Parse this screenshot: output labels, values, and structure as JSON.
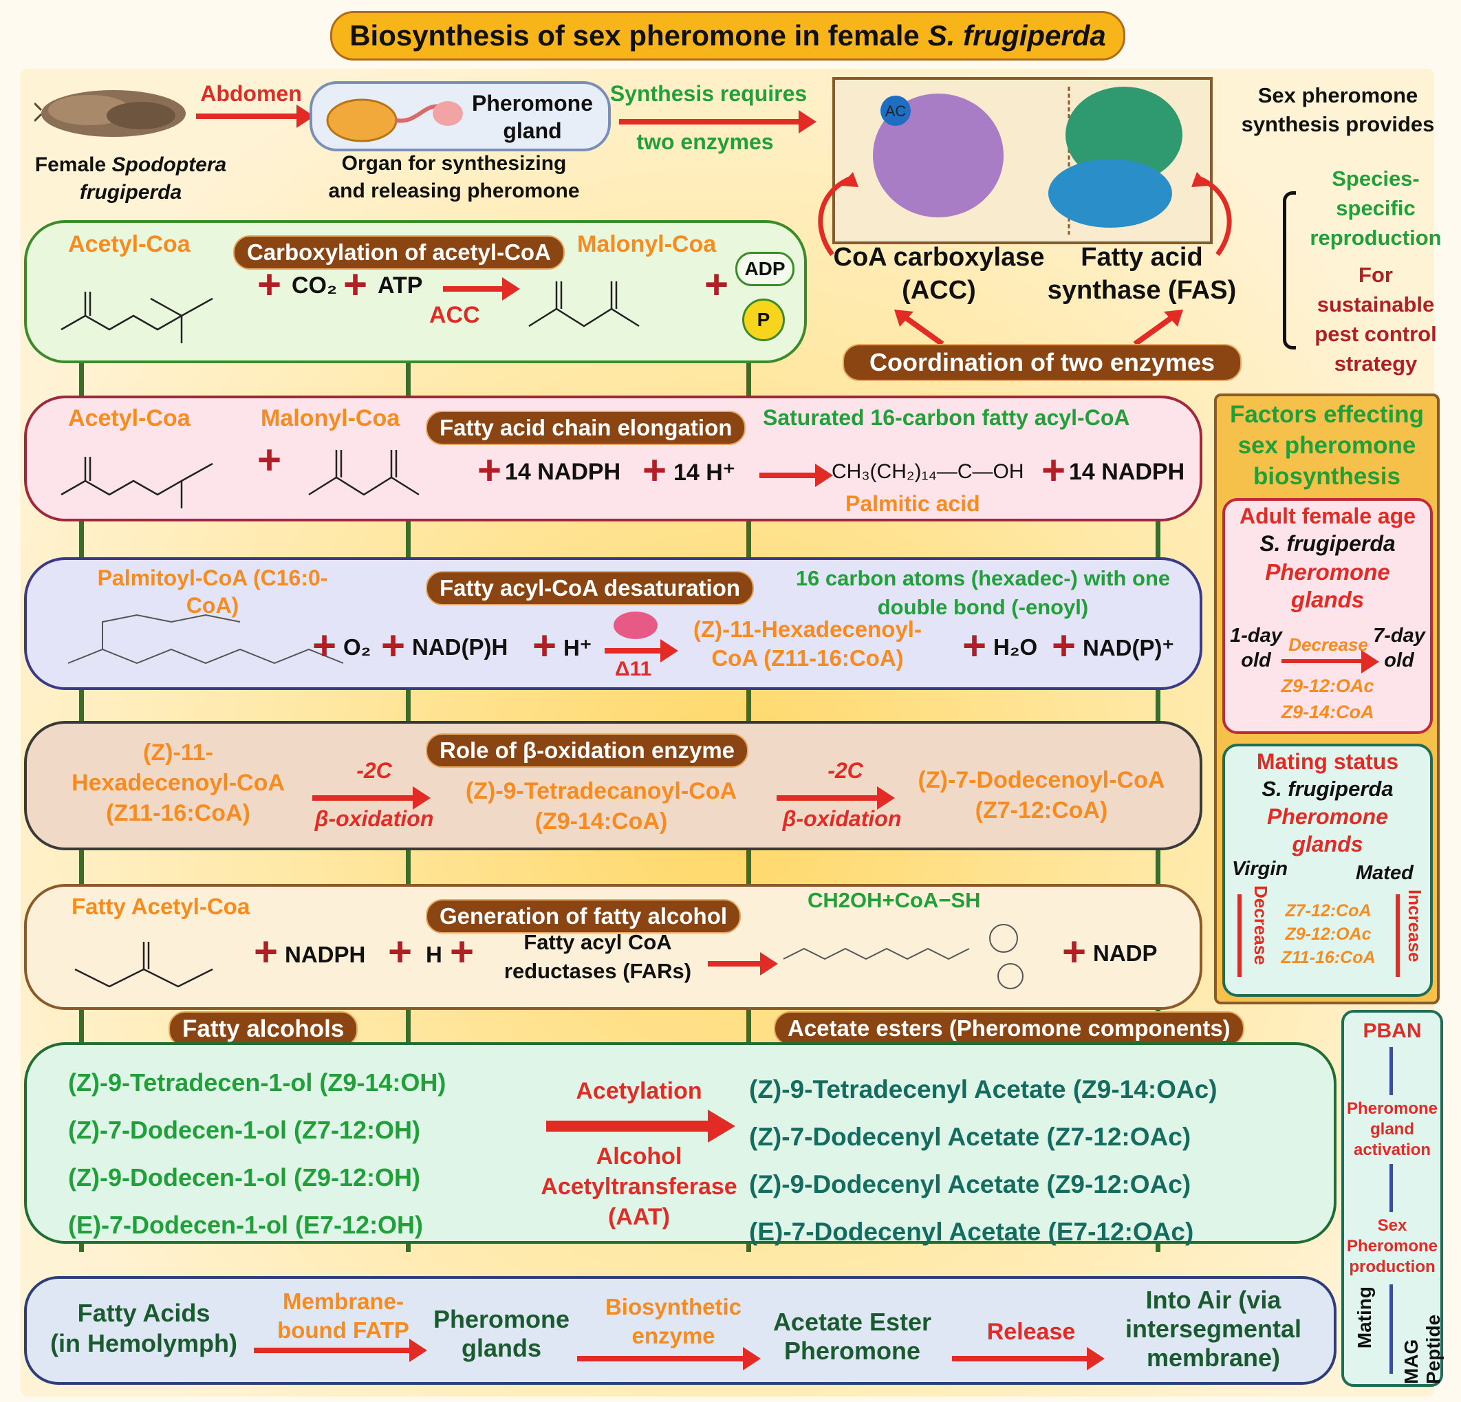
{
  "title": {
    "main": "Biosynthesis of sex pheromone in female",
    "species": "S. frugiperda"
  },
  "top": {
    "moth_label_1": "Female",
    "moth_label_2": "Spodoptera",
    "moth_label_3": "frugiperda",
    "abdomen": "Abdomen",
    "gland_label_1": "Pheromone",
    "gland_label_2": "gland",
    "organ_1": "Organ for synthesizing",
    "organ_2": "and releasing pheromone",
    "requires_1": "Synthesis requires",
    "requires_2": "two enzymes",
    "ac_badge": "AC",
    "acc_1": "CoA carboxylase",
    "acc_2": "(ACC)",
    "fas_1": "Fatty acid",
    "fas_2": "synthase (FAS)",
    "coordination": "Coordination of two enzymes",
    "provides_1": "Sex pheromone",
    "provides_2": "synthesis provides",
    "species_1": "Species-",
    "species_2": "specific",
    "species_3": "reproduction",
    "pest_1": "For",
    "pest_2": "sustainable",
    "pest_3": "pest control",
    "pest_4": "strategy"
  },
  "step1": {
    "acetyl": "Acetyl-Coa",
    "pill": "Carboxylation of acetyl-CoA",
    "malonyl": "Malonyl-Coa",
    "co2": "CO₂",
    "atp": "ATP",
    "acc": "ACC",
    "adp": "ADP",
    "p": "P"
  },
  "step2": {
    "acetyl": "Acetyl-Coa",
    "malonyl": "Malonyl-Coa",
    "pill": "Fatty acid chain elongation",
    "product": "Saturated 16-carbon fatty acyl-CoA",
    "nadph_in": "14 NADPH",
    "h": "14 H⁺",
    "formula": "CH₃(CH₂)₁₄—C—OH",
    "palmitic": "Palmitic acid",
    "nadph_out": "14 NADPH"
  },
  "step3": {
    "palmitoyl_1": "Palmitoyl-CoA (C16:0-",
    "palmitoyl_2": "CoA)",
    "pill": "Fatty acyl-CoA desaturation",
    "desc_1": "16 carbon atoms (hexadec-) with one",
    "desc_2": "double bond (-enoyl)",
    "o2": "O₂",
    "nadph": "NAD(P)H",
    "h": "H⁺",
    "enzyme": "Δ11",
    "product_1": "(Z)-11-Hexadecenoyl-",
    "product_2": "CoA (Z11-16:CoA)",
    "h2o": "H₂O",
    "nadp": "NAD(P)⁺"
  },
  "step4": {
    "pill": "Role of β-oxidation enzyme",
    "sub_1": "(Z)-11-",
    "sub_2": "Hexadecenoyl-CoA",
    "sub_3": "(Z11-16:CoA)",
    "minus2c_a": "-2C",
    "betaox_a": "β-oxidation",
    "mid_1": "(Z)-9-Tetradecanoyl-CoA",
    "mid_2": "(Z9-14:CoA)",
    "minus2c_b": "-2C",
    "betaox_b": "β-oxidation",
    "end_1": "(Z)-7-Dodecenoyl-CoA",
    "end_2": "(Z7-12:CoA)"
  },
  "step5": {
    "fatty": "Fatty Acetyl-Coa",
    "pill": "Generation of fatty alcohol",
    "product": "CH2OH+CoA−SH",
    "nadph": "NADPH",
    "h": "H",
    "far_1": "Fatty acyl CoA",
    "far_2": "reductases (FARs)",
    "nadp": "NADP"
  },
  "step6": {
    "alcohols_pill": "Fatty alcohols",
    "esters_pill": "Acetate esters (Pheromone components)",
    "alcohols": [
      "(Z)-9-Tetradecen-1-ol (Z9-14:OH)",
      "(Z)-7-Dodecen-1-ol (Z7-12:OH)",
      "(Z)-9-Dodecen-1-ol (Z9-12:OH)",
      "(E)-7-Dodecen-1-ol (E7-12:OH)"
    ],
    "acetylation": "Acetylation",
    "aat_1": "Alcohol",
    "aat_2": "Acetyltransferase",
    "aat_3": "(AAT)",
    "esters": [
      "(Z)-9-Tetradecenyl Acetate (Z9-14:OAc)",
      "(Z)-7-Dodecenyl Acetate (Z7-12:OAc)",
      "(Z)-9-Dodecenyl Acetate (Z9-12:OAc)",
      "(E)-7-Dodecenyl Acetate (E7-12:OAc)"
    ]
  },
  "step7": {
    "fa_1": "Fatty Acids",
    "fa_2": "(in Hemolymph)",
    "fatp_1": "Membrane-",
    "fatp_2": "bound FATP",
    "glands_1": "Pheromone",
    "glands_2": "glands",
    "bio_1": "Biosynthetic",
    "bio_2": "enzyme",
    "ester_1": "Acetate Ester",
    "ester_2": "Pheromone",
    "release": "Release",
    "air_1": "Into Air (via",
    "air_2": "intersegmental",
    "air_3": "membrane)"
  },
  "factors": {
    "title_1": "Factors effecting",
    "title_2": "sex pheromone",
    "title_3": "biosynthesis",
    "age_title": "Adult female age",
    "age_species": "S. frugiperda",
    "age_glands_1": "Pheromone",
    "age_glands_2": "glands",
    "day1_1": "1-day",
    "day1_2": "old",
    "day7_1": "7-day",
    "day7_2": "old",
    "decrease": "Decrease",
    "age_c1": "Z9-12:OAc",
    "age_c2": "Z9-14:CoA",
    "mating_title": "Mating status",
    "mating_species": "S. frugiperda",
    "mating_glands_1": "Pheromone",
    "mating_glands_2": "glands",
    "virgin": "Virgin",
    "mated": "Mated",
    "m_decrease": "Decrease",
    "m_increase": "Increase",
    "m_c1": "Z7-12:CoA",
    "m_c2": "Z9-12:OAc",
    "m_c3": "Z11-16:CoA"
  },
  "pban": {
    "pban": "PBAN",
    "act_1": "Pheromone",
    "act_2": "gland",
    "act_3": "activation",
    "sex_1": "Sex",
    "sex_2": "Pheromone",
    "sex_3": "production",
    "mating": "Mating",
    "mag_1": "MAG",
    "mag_2": "Peptide"
  },
  "colors": {
    "orange": "#f78b1f",
    "red": "#e32b26",
    "green": "#21a03a",
    "brown": "#8b4513",
    "box1": "#e9f7dc",
    "box2": "#fde3ea",
    "box3": "#e4e4f8",
    "box4": "#f1d9c8",
    "box5": "#fdf0d8",
    "box6": "#dff5e8",
    "box7": "#dfe6f4"
  }
}
